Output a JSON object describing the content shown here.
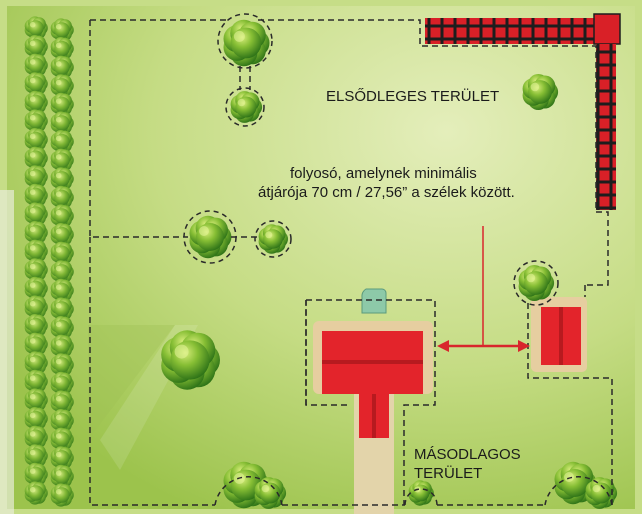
{
  "labels": {
    "primary_area": "ELSŐDLEGES TERÜLET",
    "corridor_line1": "folyosó, amelynek minimális",
    "corridor_line2": "átjárója 70 cm / 27,56” a szélek között.",
    "secondary_area": "MÁSODLAGOS TERÜLET"
  },
  "colors": {
    "lawn_light": "#dfeab0",
    "lawn_mid": "#b7d36a",
    "lawn_dark": "#8fbb3c",
    "frame": "#b7d36a",
    "building_red": "#e3242b",
    "building_dark": "#b71a1f",
    "building_pad": "#e9cfa0",
    "path_sand": "#e2d3a8",
    "boundary_line": "#2a2a2a",
    "arrow_red": "#d8262c",
    "tree_dark": "#3f8a1e",
    "tree_light": "#a9d24a",
    "charging_station": "#8dc9a8"
  },
  "icons": {
    "charging_station": "charging-station-icon",
    "tree": "tree-icon",
    "hedge": "hedge-icon",
    "fence": "fence-icon"
  }
}
